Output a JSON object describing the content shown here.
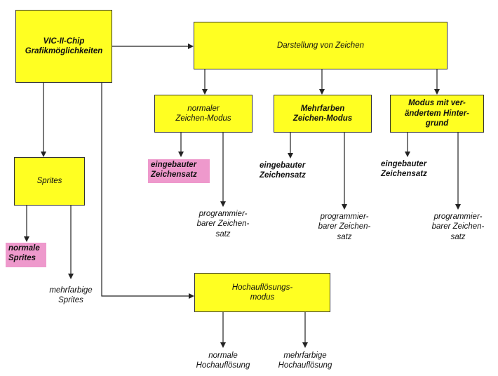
{
  "root": {
    "line1": "VIC-II-Chip",
    "line2": "Grafikmöglichkeiten"
  },
  "darstellung": "Darstellung von Zeichen",
  "normal_mode": {
    "line1": "normaler",
    "line2": "Zeichen-Modus"
  },
  "multicolor_mode": {
    "line1": "Mehrfarben",
    "line2": "Zeichen-Modus"
  },
  "extbg_mode": {
    "line1": "Modus mit ver-",
    "line2": "ändertem Hinter-",
    "line3": "grund"
  },
  "builtin_charset": {
    "line1": "eingebauter",
    "line2": "Zeichensatz"
  },
  "programmable_charset": {
    "line1": "programmier-",
    "line2": "barer Zeichen-",
    "line3": "satz"
  },
  "sprites": "Sprites",
  "normal_sprites": {
    "line1": "normale",
    "line2": "Sprites"
  },
  "multicolor_sprites": {
    "line1": "mehrfarbige",
    "line2": "Sprites"
  },
  "hires_mode": {
    "line1": "Hochauflösungs-",
    "line2": "modus"
  },
  "normal_hires": {
    "line1": "normale",
    "line2": "Hochauflösung"
  },
  "multicolor_hires": {
    "line1": "mehrfarbige",
    "line2": "Hochauflösung"
  },
  "colors": {
    "box_fill": "#ffff22",
    "highlight": "#ee99cc",
    "line": "#222222"
  }
}
